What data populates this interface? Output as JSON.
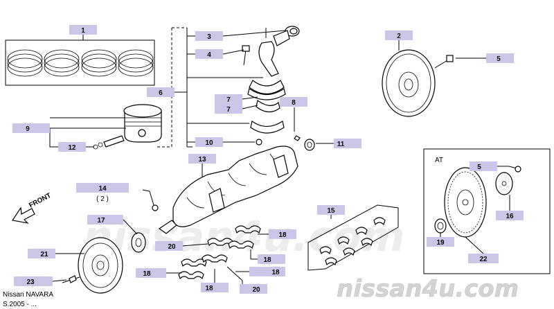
{
  "colors": {
    "label_bg": "#c9c6e8",
    "line": "#000000",
    "watermark": "#d8d8d8"
  },
  "callouts": {
    "c1": "1",
    "c2": "2",
    "c3": "3",
    "c4": "4",
    "c5": "5",
    "c6": "6",
    "c7a": "7",
    "c7b": "7",
    "c8": "8",
    "c9": "9",
    "c10": "10",
    "c11": "11",
    "c12": "12",
    "c13": "13",
    "c14": "14",
    "c14qty": "( 2 )",
    "c15": "15",
    "c5at": "5",
    "c16": "16",
    "c17": "17",
    "c18a": "18",
    "c18b": "18",
    "c18c": "18",
    "c18d": "18",
    "c18e": "18",
    "c19": "19",
    "c20a": "20",
    "c20b": "20",
    "c21": "21",
    "c22": "22",
    "c23": "23"
  },
  "text": {
    "at_label": "AT",
    "front_label": "FRONT",
    "model": "Nissan NAVARA",
    "production": "S.2005 - ...",
    "watermark": "nissan4u.com"
  }
}
